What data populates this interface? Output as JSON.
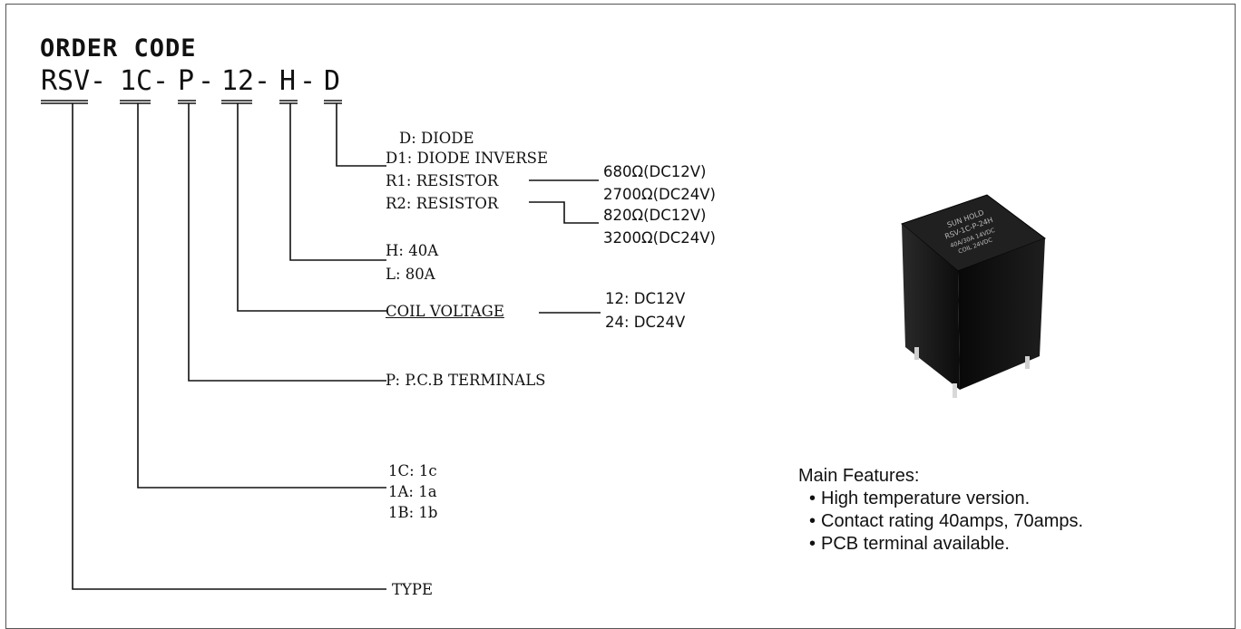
{
  "title": "ORDER CODE",
  "code": {
    "type": "RSV",
    "contact": "1C",
    "terminal": "P",
    "voltage": "12",
    "rating": "H",
    "option": "D",
    "separator": "-"
  },
  "options": {
    "d": "D: DIODE",
    "d1": "D1: DIODE  INVERSE",
    "r1": "R1: RESISTOR",
    "r2": "R2: RESISTOR",
    "r1_val_12": "680Ω(DC12V)",
    "r1_val_24": "2700Ω(DC24V)",
    "r2_val_12": "820Ω(DC12V)",
    "r2_val_24": "3200Ω(DC24V)"
  },
  "rating": {
    "h": "H: 40A",
    "l": "L: 80A"
  },
  "coil": {
    "label": "COIL  VOLTAGE",
    "v12": "12: DC12V",
    "v24": "24: DC24V"
  },
  "terminal": {
    "label": "P: P.C.B  TERMINALS"
  },
  "contact": {
    "c": "1C: 1c",
    "a": "1A: 1a",
    "b": "1B: 1b"
  },
  "type_label": "TYPE",
  "relay": {
    "brand": "SUN HOLD",
    "model": "RSV-1C-P-24H",
    "rating_line": "40A/30A 14VDC",
    "voltage_line": "COIL 24VDC",
    "body_color": "#161616"
  },
  "features": {
    "heading": "Main Features:",
    "items": [
      "High temperature version.",
      "Contact rating 40amps, 70amps.",
      "PCB terminal available."
    ]
  }
}
